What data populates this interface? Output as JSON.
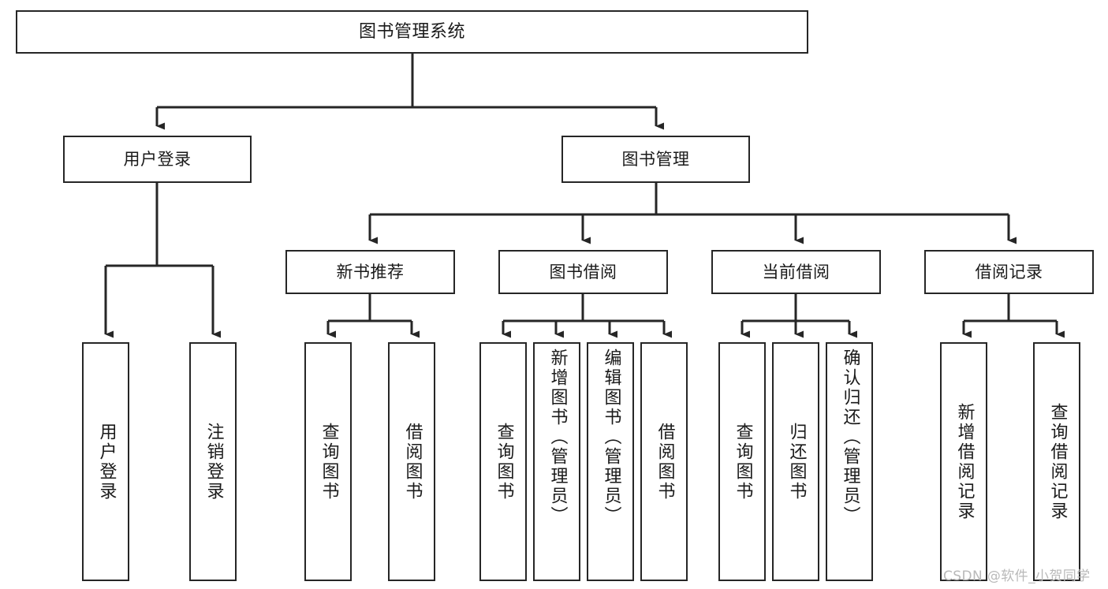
{
  "diagram": {
    "title": "图书管理系统",
    "type": "tree-hierarchy",
    "watermark": "CSDN @软件_小贺同学",
    "colors": {
      "stroke": "#262626",
      "fill": "#ffffff",
      "text": "#1a1a1a",
      "watermark": "#b9b9b9"
    },
    "nodes": {
      "root": {
        "label": "图书管理系统"
      },
      "level2": [
        {
          "id": "user-login",
          "label": "用户登录"
        },
        {
          "id": "book-manage",
          "label": "图书管理"
        }
      ],
      "level3": [
        {
          "id": "new-book-recommend",
          "label": "新书推荐"
        },
        {
          "id": "book-borrow",
          "label": "图书借阅"
        },
        {
          "id": "current-borrow",
          "label": "当前借阅"
        },
        {
          "id": "borrow-record",
          "label": "借阅记录"
        }
      ],
      "leaves": {
        "user_login": [
          {
            "id": "leaf-user-login",
            "label": "用户登录"
          },
          {
            "id": "leaf-user-logout",
            "label": "注销登录"
          }
        ],
        "new_book_recommend": [
          {
            "id": "leaf-query-book-1",
            "label": "查询图书"
          },
          {
            "id": "leaf-borrow-book-1",
            "label": "借阅图书"
          }
        ],
        "book_borrow": [
          {
            "id": "leaf-query-book-2",
            "label": "查询图书"
          },
          {
            "id": "leaf-add-book",
            "label": "新增图书（管理员）"
          },
          {
            "id": "leaf-edit-book",
            "label": "编辑图书（管理员）"
          },
          {
            "id": "leaf-borrow-book-2",
            "label": "借阅图书"
          }
        ],
        "current_borrow": [
          {
            "id": "leaf-query-book-3",
            "label": "查询图书"
          },
          {
            "id": "leaf-return-book",
            "label": "归还图书"
          },
          {
            "id": "leaf-confirm-return",
            "label": "确认归还（管理员）"
          }
        ],
        "borrow_record": [
          {
            "id": "leaf-add-record",
            "label": "新增借阅记录"
          },
          {
            "id": "leaf-query-record",
            "label": "查询借阅记录"
          }
        ]
      }
    }
  }
}
